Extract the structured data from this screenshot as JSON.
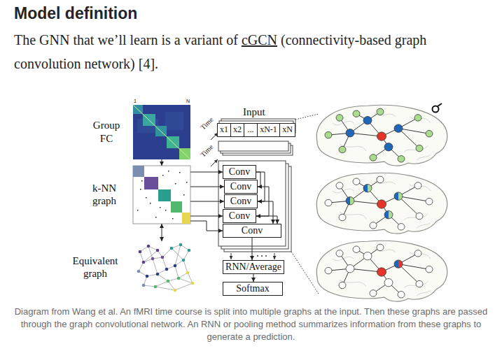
{
  "diagram": {
    "title": "Model definition",
    "caption": "Diagram from Wang et al. An fMRI time course is split into multiple graphs at the input. Then these graphs are passed through the graph convolutional network. An RNN or pooling method summarizes information from these graphs to generate a prediction.",
    "nodes": [
      {
        "text": [
          "Group FC"
        ]
      },
      {
        "text": [
          "k-NN graph"
        ]
      },
      {
        "text": [
          "Equivalent graph"
        ]
      },
      {
        "text": [
          "x1"
        ]
      },
      {
        "text": [
          "x2"
        ]
      },
      {
        "text": [
          "..."
        ]
      },
      {
        "text": [
          "xN-1"
        ]
      },
      {
        "text": [
          "xN"
        ]
      },
      {
        "text": [
          "Conv"
        ]
      },
      {
        "text": [
          "Conv"
        ]
      },
      {
        "text": [
          "Conv"
        ]
      },
      {
        "text": [
          "Conv"
        ]
      },
      {
        "text": [
          "Conv"
        ]
      },
      {
        "text": [
          "RNN/Average"
        ]
      },
      {
        "text": [
          "Softmax"
        ]
      }
    ],
    "edges": [
      {
        "from": 0,
        "to": 1,
        "arrow": "to"
      },
      {
        "from": 1,
        "to": 2,
        "arrow": "both"
      },
      {
        "from": 1,
        "to": 8,
        "arrow": "to"
      },
      {
        "from": 1,
        "to": 9,
        "arrow": "to"
      },
      {
        "from": 1,
        "to": 10,
        "arrow": "to"
      },
      {
        "from": 1,
        "to": 11,
        "arrow": "to"
      },
      {
        "from": 1,
        "to": 12,
        "arrow": "to"
      },
      {
        "from": 8,
        "to": 9,
        "arrow": "to"
      },
      {
        "from": 8,
        "to": 10,
        "arrow": "to"
      },
      {
        "from": 9,
        "to": 11,
        "arrow": "to"
      },
      {
        "from": 10,
        "to": 12,
        "arrow": "to"
      },
      {
        "from": 11,
        "to": 12,
        "arrow": "to"
      },
      {
        "from": 12,
        "to": 13,
        "arrow": "to"
      },
      {
        "from": 13,
        "to": 14,
        "arrow": "to"
      }
    ],
    "labels": [
      "The GNN that we’ll learn is a variant of",
      "cGCN",
      "(connectivity-based graph convolution network) [4].",
      "1",
      "N",
      "Time",
      "Input",
      "Time"
    ]
  }
}
